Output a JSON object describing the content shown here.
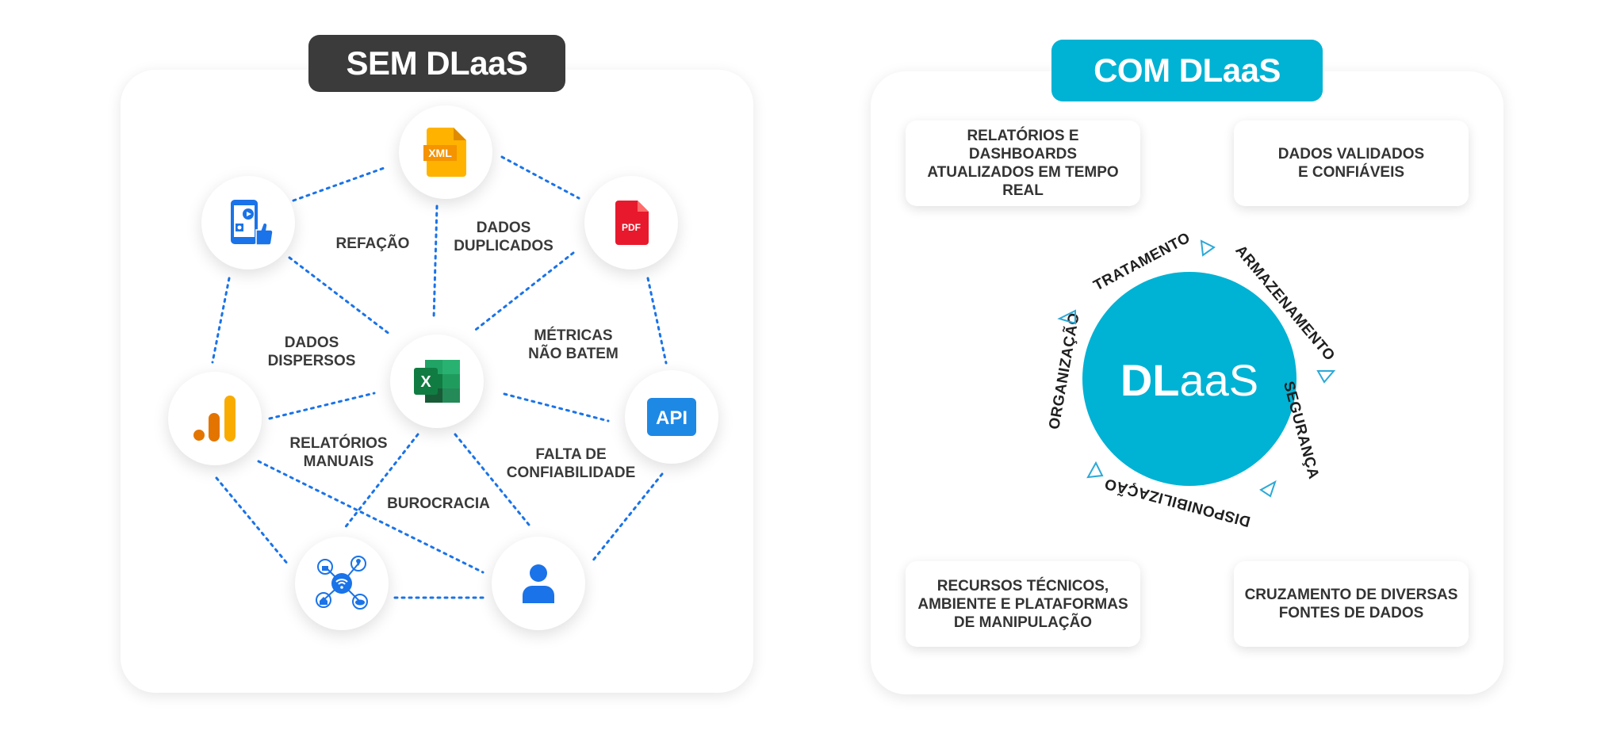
{
  "left_panel": {
    "title": "SEM DLaaS",
    "title_bg": "#3b3b3b",
    "line_color": "#1a73e8",
    "labels": {
      "refacao": "REFAÇÃO",
      "dados_duplicados": "DADOS\nDUPLICADOS",
      "dados_dispersos": "DADOS\nDISPERSOS",
      "metricas": "MÉTRICAS\nNÃO BATEM",
      "relatorios_manuais": "RELATÓRIOS\nMANUAIS",
      "falta_confiabilidade": "FALTA DE\nCONFIABILIDADE",
      "burocracia": "BUROCRACIA"
    },
    "icons": {
      "xml": "XML",
      "pdf": "PDF",
      "api": "API",
      "excel": "X"
    }
  },
  "right_panel": {
    "title": "COM DLaaS",
    "title_bg": "#00b2d4",
    "cards": {
      "top_left": "RELATÓRIOS E DASHBOARDS\nATUALIZADOS EM TEMPO\nREAL",
      "top_right": "DADOS VALIDADOS\nE CONFIÁVEIS",
      "bottom_left": "RECURSOS TÉCNICOS,\nAMBIENTE E PLATAFORMAS\nDE MANIPULAÇÃO",
      "bottom_right": "CRUZAMENTO DE DIVERSAS\nFONTES DE DADOS"
    },
    "center": {
      "logo_bold": "DL",
      "logo_light": "aaS",
      "circle_color": "#00b2d4"
    },
    "cycle": {
      "tratamento": "TRATAMENTO",
      "armazenamento": "ARMAZENAMENTO",
      "seguranca": "SEGURANÇA",
      "disponibilizacao": "DISPONIBILIZAÇÃO",
      "organizacao": "ORGANIZAÇÃO"
    }
  }
}
